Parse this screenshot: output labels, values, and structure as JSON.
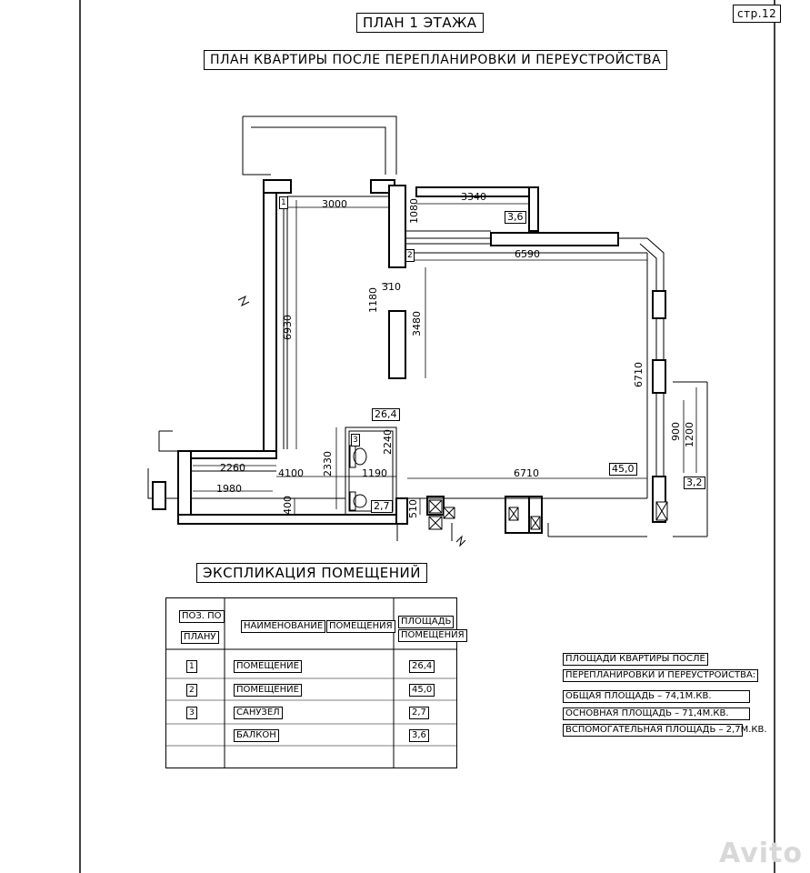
{
  "header": {
    "page_number": "стр.12",
    "plan_title": "ПЛАН  1  ЭТАЖА",
    "plan_subtitle": "ПЛАН КВАРТИРЫ ПОСЛЕ ПЕРЕПЛАНИРОВКИ И ПЕРЕУСТРОЙСТВА"
  },
  "floor_plan": {
    "dimensions": {
      "d3000": "3000",
      "d1080": "1080",
      "d3340": "3340",
      "d6590": "6590",
      "d1180": "1180",
      "d310": "310",
      "d3480": "3480",
      "d6930": "6930",
      "d6710v": "6710",
      "d900": "900",
      "d1200": "1200",
      "d2330": "2330",
      "d2240": "2240",
      "d2260": "2260",
      "d4100": "4100",
      "d1190": "1190",
      "d6710h": "6710",
      "d1980": "1980",
      "d400": "400",
      "d510": "510"
    },
    "room_areas": {
      "room1": "26,4",
      "room2": "45,0",
      "room3": "2,7",
      "balcony": "3,6",
      "balcony2": "3,2"
    },
    "room_markers": {
      "m1": "1",
      "m2": "2",
      "m3": "3"
    }
  },
  "explication": {
    "title": "ЭКСПЛИКАЦИЯ  ПОМЕЩЕНИЙ",
    "headers": {
      "pos_line1": "ПОЗ. ПО",
      "pos_line2": "ПЛАНУ",
      "name_part1": "НАИМЕНОВАНИЕ",
      "name_part2": "ПОМЕЩЕНИЯ",
      "area_line1": "ПЛОЩАДЬ",
      "area_line2": "ПОМЕЩЕНИЯ"
    },
    "rows": [
      {
        "pos": "1",
        "name": "ПОМЕЩЕНИЕ",
        "area": "26,4"
      },
      {
        "pos": "2",
        "name": "ПОМЕЩЕНИЕ",
        "area": "45,0"
      },
      {
        "pos": "3",
        "name": "САНУЗЕЛ",
        "area": "2,7"
      },
      {
        "pos": "",
        "name": "БАЛКОН",
        "area": "3,6"
      }
    ]
  },
  "summary": {
    "title_line1": "ПЛОЩАДИ КВАРТИРЫ ПОСЛЕ",
    "title_line2": "ПЕРЕПЛАНИРОВКИ И ПЕРЕУСТРОЙСТВА:",
    "lines": [
      "ОБЩАЯ ПЛОЩАДЬ        – 74,1М.КВ.",
      "ОСНОВНАЯ ПЛОЩАДЬ     – 71,4М.КВ.",
      "ВСПОМОГАТЕЛЬНАЯ ПЛОЩАДЬ  – 2,7М.КВ."
    ]
  },
  "watermark": "Avito"
}
